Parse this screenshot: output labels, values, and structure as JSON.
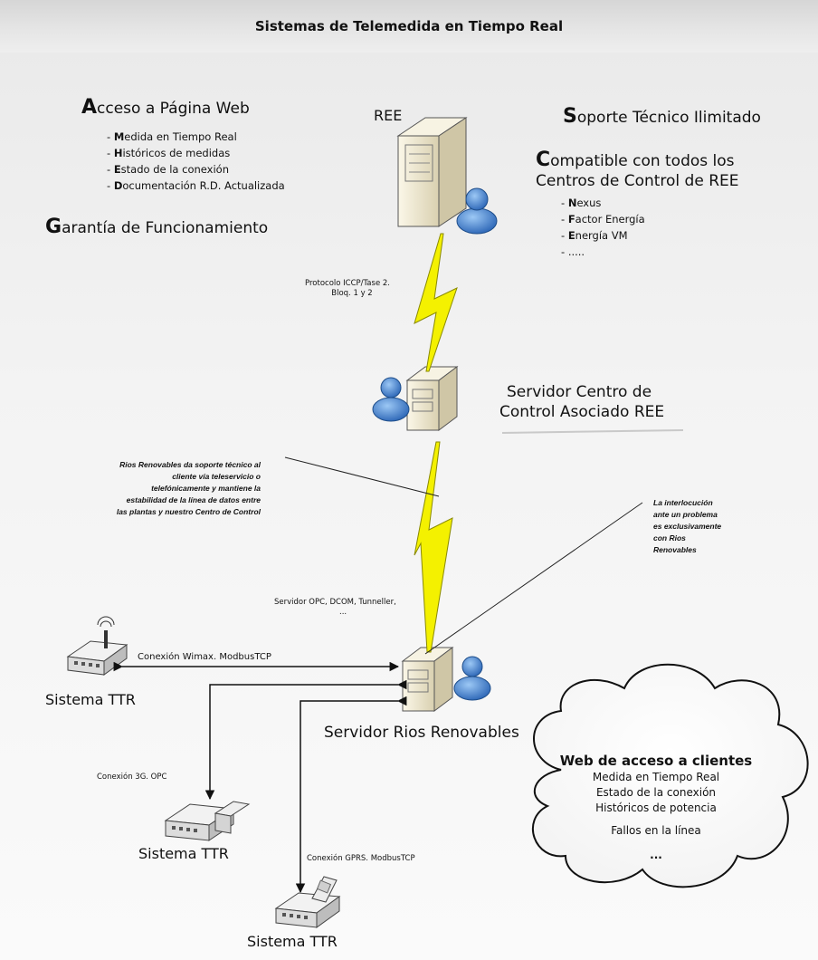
{
  "title": "Sistemas de Telemedida en Tiempo Real",
  "features": {
    "web_access": {
      "cap": "A",
      "rest": "cceso a Página Web",
      "items": [
        {
          "lead": "M",
          "text": "edida en Tiempo Real"
        },
        {
          "lead": "H",
          "text": "istóricos de medidas"
        },
        {
          "lead": "E",
          "text": "stado de la conexión"
        },
        {
          "lead": "D",
          "text": "ocumentación R.D. Actualizada"
        }
      ]
    },
    "guarantee": {
      "cap": "G",
      "rest": "arantía de Funcionamiento"
    },
    "support": {
      "cap": "S",
      "rest": "oporte Técnico Ilimitado"
    },
    "compatible": {
      "cap": "C",
      "rest": "ompatible con todos los",
      "line2": "Centros de Control de REE",
      "items": [
        {
          "lead": "N",
          "text": "exus"
        },
        {
          "lead": "F",
          "text": "actor Energía"
        },
        {
          "lead": "E",
          "text": "nergía VM"
        },
        {
          "lead": "",
          "text": "....."
        }
      ]
    }
  },
  "nodes": {
    "ree": "REE",
    "control_center": [
      "Servidor Centro de",
      "Control Asociado REE"
    ],
    "rios_server": "Servidor Rios Renovables",
    "ttr_1": "Sistema TTR",
    "ttr_2": "Sistema TTR",
    "ttr_3": "Sistema TTR"
  },
  "links": {
    "iccp": [
      "Protocolo ICCP/Tase 2.",
      "Bloq. 1 y 2"
    ],
    "opc": [
      "Servidor OPC, DCOM, Tunneller,",
      "..."
    ],
    "wimax": "Conexión Wimax. ModbusTCP",
    "g3": "Conexión 3G. OPC",
    "gprs": "Conexión GPRS. ModbusTCP"
  },
  "notes": {
    "support_note": [
      "Rios Renovables da soporte técnico al",
      "cliente vía teleservicio o",
      "telefónicamente y mantiene la",
      "estabilidad de la línea de datos entre",
      "las plantas y nuestro Centro de Control"
    ],
    "interlocution_note": [
      "La interlocución",
      "ante un problema",
      "es exclusivamente",
      "con Rios",
      "Renovables"
    ]
  },
  "cloud": {
    "title": "Web de acceso a clientes",
    "items": [
      "Medida en Tiempo Real",
      "Estado de la conexión",
      "Históricos de potencia"
    ],
    "item_extra": "Fallos en la línea",
    "ellipsis": "..."
  },
  "colors": {
    "bolt": "#f4f100",
    "bolt_stroke": "#8a8a00",
    "user": "#3b7fd0",
    "server": "#efe8cf"
  }
}
